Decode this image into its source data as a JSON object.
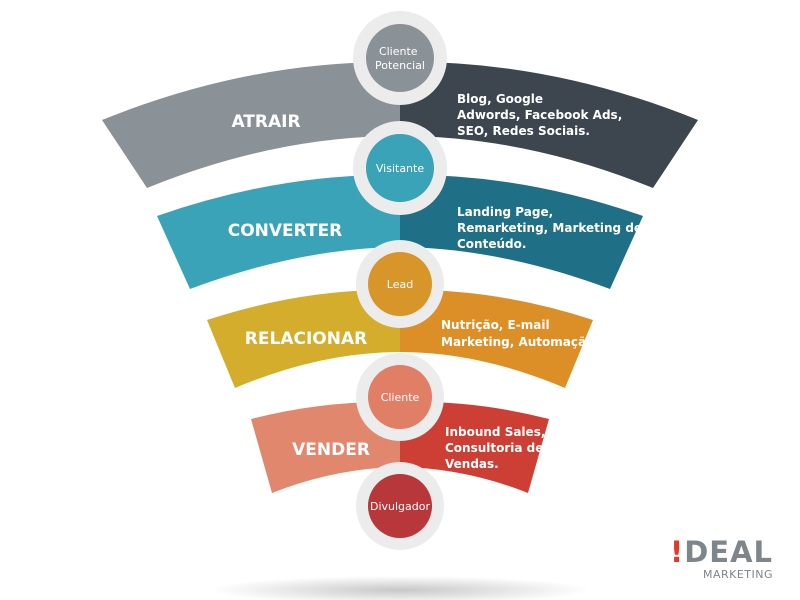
{
  "stages": [
    {
      "title": "ATRAIR",
      "circle": [
        "Cliente",
        "Potencial"
      ],
      "description": [
        "Blog, Google",
        "Adwords, Facebook Ads,",
        "SEO, Redes Sociais."
      ],
      "color_left": "#8a9197",
      "color_right": "#3d464e",
      "circle_color": "#8a9197"
    },
    {
      "title": "CONVERTER",
      "circle": [
        "Visitante"
      ],
      "description": [
        "Landing Page,",
        "Remarketing, Marketing de",
        "Conteúdo."
      ],
      "color_left": "#3aa3b8",
      "color_right": "#1f6f86",
      "circle_color": "#3aa3b8"
    },
    {
      "title": "RELACIONAR",
      "circle": [
        "Lead"
      ],
      "description": [
        "Nutrição, E-mail",
        "Marketing, Automação."
      ],
      "color_left": "#d3ad2b",
      "color_right": "#dc8e27",
      "circle_color": "#d8952a"
    },
    {
      "title": "VENDER",
      "circle": [
        "Cliente"
      ],
      "description": [
        "Inbound Sales,",
        "Consultoria de",
        "Vendas."
      ],
      "color_left": "#e1876e",
      "color_right": "#cd3f35",
      "circle_color": "#e07e66"
    }
  ],
  "final_circle": {
    "label": [
      "Divulgador"
    ],
    "color": "#b8373a"
  },
  "logo": {
    "bang": "!",
    "word": "DEAL",
    "sub": "MARKETING"
  }
}
